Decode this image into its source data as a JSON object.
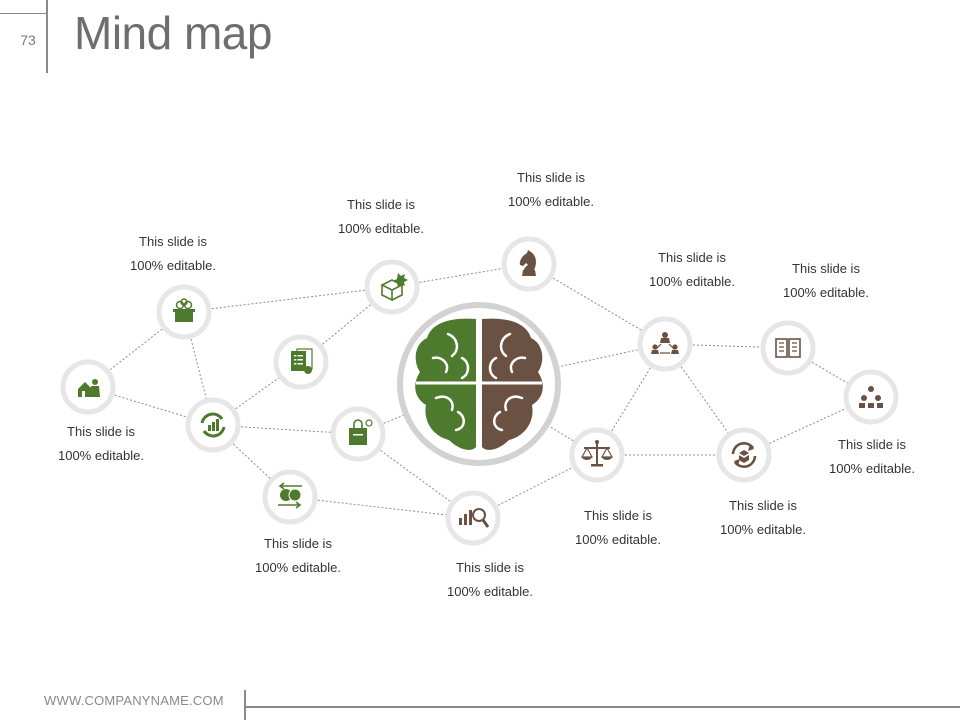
{
  "slide": {
    "number": "73",
    "title": "Mind map",
    "footer": "WWW.COMPANYNAME.COM"
  },
  "colors": {
    "green": "#4e7a2e",
    "brown": "#6b5142",
    "ring": "#e6e6e6",
    "line": "#8c8c8c"
  },
  "center": {
    "icon": "brain-icon"
  },
  "nodes": [
    {
      "id": "home",
      "icon": "house-person-icon",
      "color": "#4e7a2e",
      "label1": "This slide is",
      "label2": "100% editable."
    },
    {
      "id": "idea",
      "icon": "lightbulb-box-icon",
      "color": "#4e7a2e",
      "label1": "This slide is",
      "label2": "100% editable."
    },
    {
      "id": "cycle",
      "icon": "growth-cycle-icon",
      "color": "#4e7a2e",
      "label1": "",
      "label2": ""
    },
    {
      "id": "document",
      "icon": "document-touch-icon",
      "color": "#4e7a2e",
      "label1": "",
      "label2": ""
    },
    {
      "id": "new-box",
      "icon": "new-box-icon",
      "color": "#4e7a2e",
      "label1": "This slide is",
      "label2": "100% editable."
    },
    {
      "id": "shopping",
      "icon": "shopping-bag-icon",
      "color": "#4e7a2e",
      "label1": "",
      "label2": ""
    },
    {
      "id": "money",
      "icon": "currency-exchange-icon",
      "color": "#4e7a2e",
      "label1": "This slide is",
      "label2": "100% editable."
    },
    {
      "id": "analysis",
      "icon": "chart-magnifier-icon",
      "color": "#6b5142",
      "label1": "This slide is",
      "label2": "100% editable."
    },
    {
      "id": "chess",
      "icon": "chess-knight-icon",
      "color": "#6b5142",
      "label1": "This slide is",
      "label2": "100% editable."
    },
    {
      "id": "team",
      "icon": "team-network-icon",
      "color": "#6b5142",
      "label1": "This slide is",
      "label2": "100% editable."
    },
    {
      "id": "scale",
      "icon": "balance-scale-icon",
      "color": "#6b5142",
      "label1": "This slide is",
      "label2": "100% editable."
    },
    {
      "id": "book",
      "icon": "open-book-icon",
      "color": "#6b5142",
      "label1": "This slide is",
      "label2": "100% editable."
    },
    {
      "id": "refresh",
      "icon": "refresh-arrows-icon",
      "color": "#6b5142",
      "label1": "This slide is",
      "label2": "100% editable."
    },
    {
      "id": "hierarchy",
      "icon": "hierarchy-icon",
      "color": "#6b5142",
      "label1": "This slide is",
      "label2": "100% editable."
    }
  ]
}
